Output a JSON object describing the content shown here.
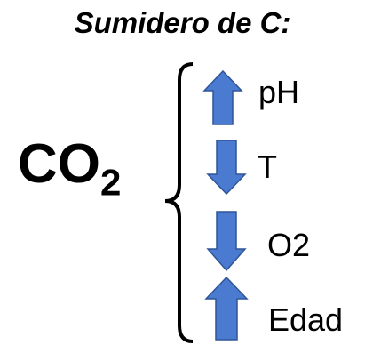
{
  "title": "Sumidero de C:",
  "subject": {
    "main": "CO",
    "subscript": "2"
  },
  "factors": [
    {
      "label": "pH",
      "direction": "up",
      "icon": "arrow-up-icon"
    },
    {
      "label": "T",
      "direction": "down",
      "icon": "arrow-down-icon"
    },
    {
      "label": "O2",
      "direction": "down",
      "icon": "arrow-down-icon"
    },
    {
      "label": "Edad",
      "direction": "up",
      "icon": "arrow-up-icon"
    }
  ],
  "colors": {
    "arrow_fill": "#4A7BD0",
    "arrow_stroke": "#2F5597",
    "bracket": "#000000",
    "text": "#000000"
  }
}
